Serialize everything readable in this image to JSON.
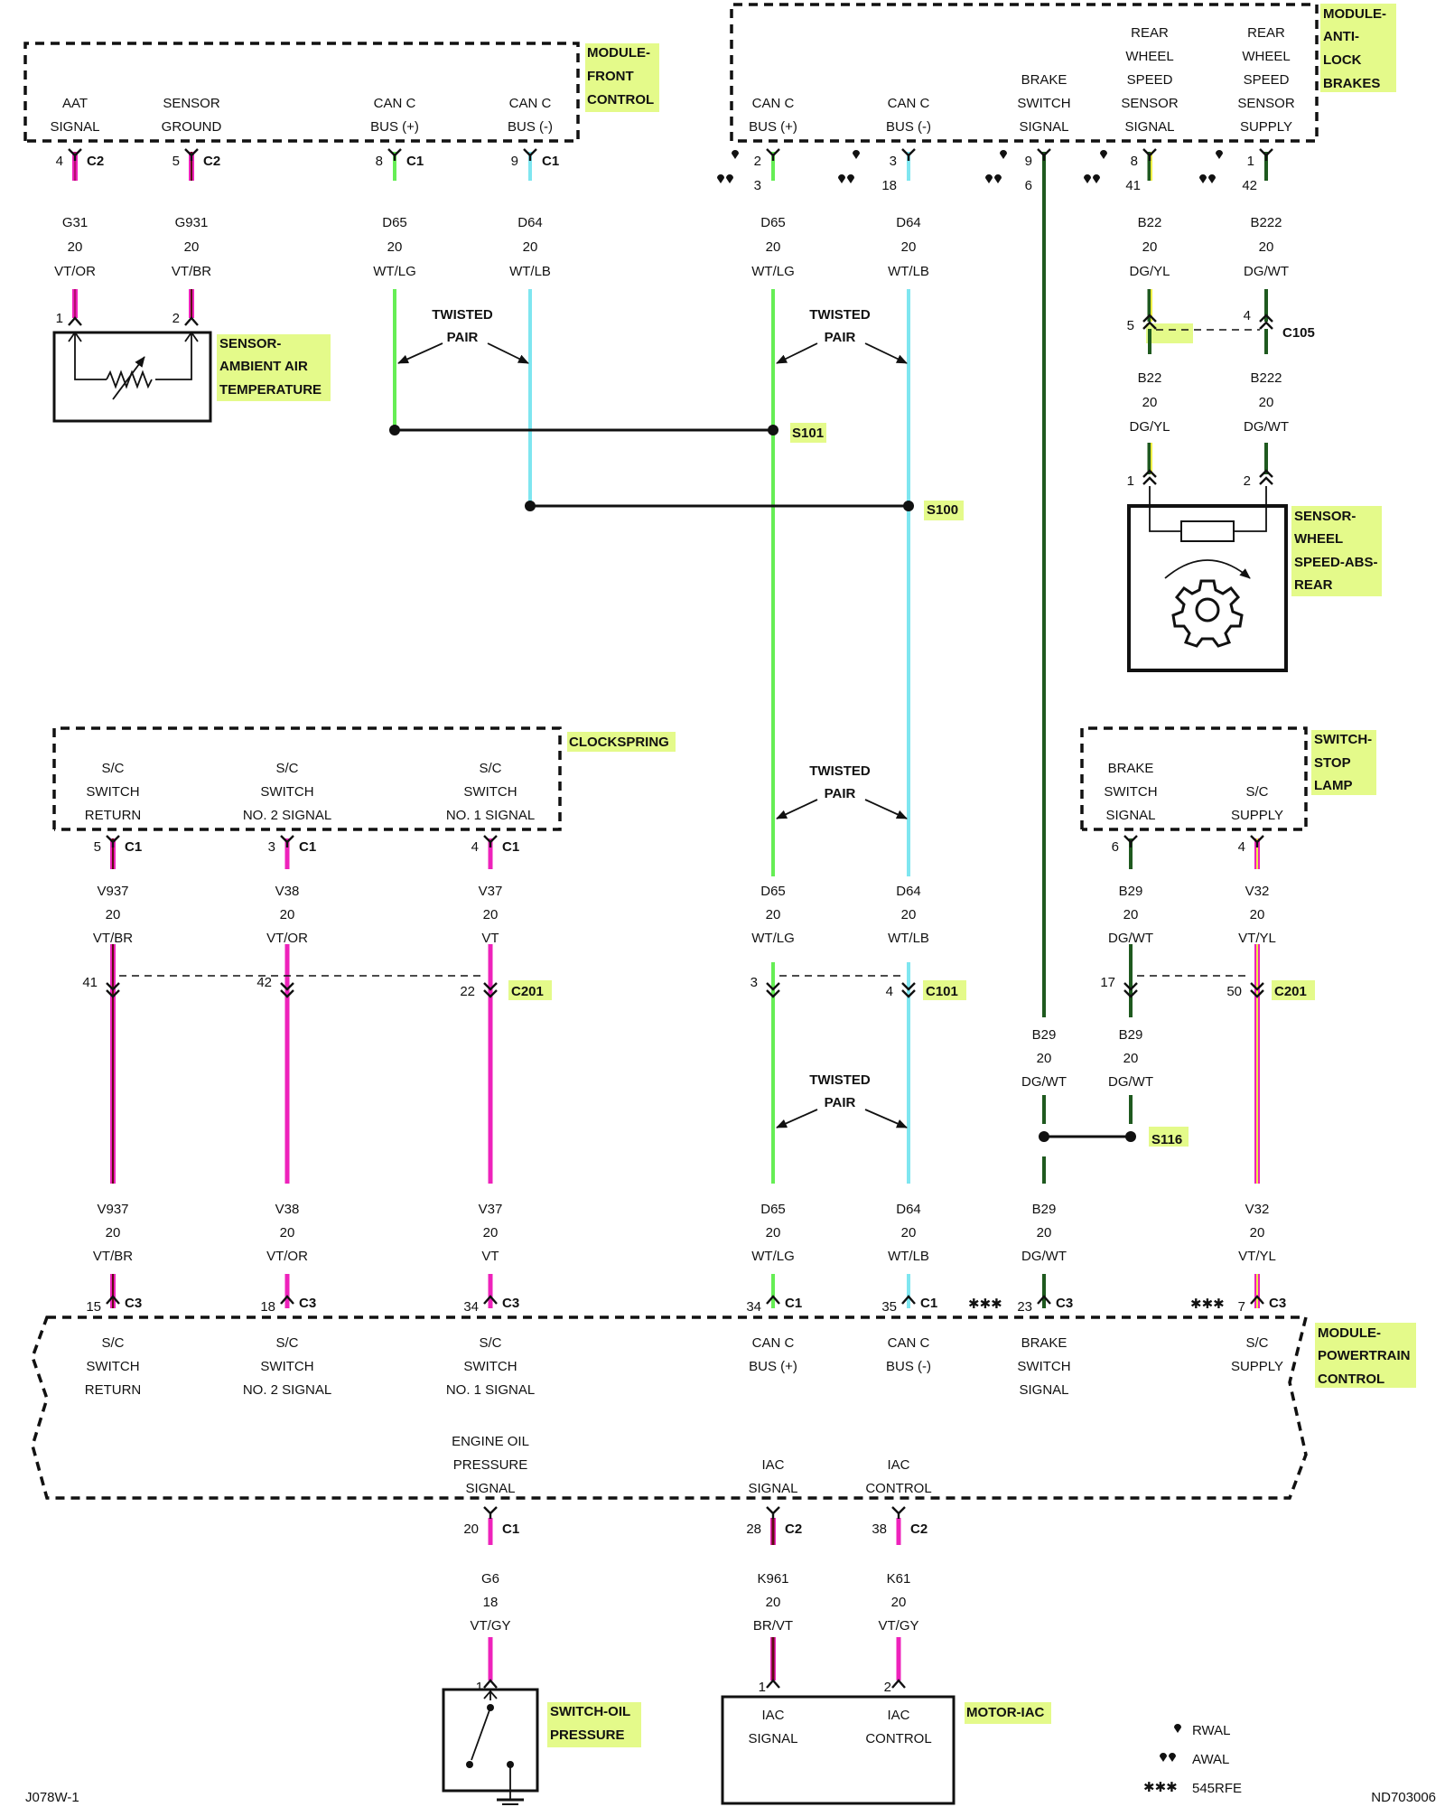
{
  "modules": {
    "front_control": {
      "name": [
        "MODULE-",
        "FRONT",
        "CONTROL"
      ],
      "pins": [
        [
          "AAT",
          "SIGNAL"
        ],
        [
          "SENSOR",
          "GROUND"
        ],
        [
          "CAN C",
          "BUS (+)"
        ],
        [
          "CAN C",
          "BUS (-)"
        ]
      ]
    },
    "abs": {
      "name": [
        "MODULE-",
        "ANTI-",
        "LOCK",
        "BRAKES"
      ],
      "pins": [
        [
          "CAN C",
          "BUS (+)"
        ],
        [
          "CAN C",
          "BUS (-)"
        ],
        [
          "BRAKE",
          "SWITCH",
          "SIGNAL"
        ],
        [
          "REAR",
          "WHEEL",
          "SPEED",
          "SENSOR",
          "SIGNAL"
        ],
        [
          "REAR",
          "WHEEL",
          "SPEED",
          "SENSOR",
          "SUPPLY"
        ]
      ]
    },
    "clockspring": {
      "name": [
        "CLOCKSPRING"
      ],
      "pins": [
        [
          "S/C",
          "SWITCH",
          "RETURN"
        ],
        [
          "S/C",
          "SWITCH",
          "NO. 2 SIGNAL"
        ],
        [
          "S/C",
          "SWITCH",
          "NO. 1 SIGNAL"
        ]
      ]
    },
    "stop_lamp": {
      "name": [
        "SWITCH-",
        "STOP",
        "LAMP"
      ],
      "pins": [
        [
          "BRAKE",
          "SWITCH",
          "SIGNAL"
        ],
        [
          "S/C",
          "SUPPLY"
        ]
      ]
    },
    "pcm": {
      "name": [
        "MODULE-",
        "POWERTRAIN",
        "CONTROL"
      ],
      "pins": [
        [
          "S/C",
          "SWITCH",
          "RETURN"
        ],
        [
          "S/C",
          "SWITCH",
          "NO. 2 SIGNAL"
        ],
        [
          "S/C",
          "SWITCH",
          "NO. 1 SIGNAL"
        ],
        [
          "CAN C",
          "BUS (+)"
        ],
        [
          "CAN C",
          "BUS (-)"
        ],
        [
          "BRAKE",
          "SWITCH",
          "SIGNAL"
        ],
        [
          "S/C",
          "SUPPLY"
        ],
        [
          "ENGINE OIL",
          "PRESSURE",
          "SIGNAL"
        ],
        [
          "IAC",
          "SIGNAL"
        ],
        [
          "IAC",
          "CONTROL"
        ]
      ]
    },
    "aat_sensor": {
      "name": [
        "SENSOR-",
        "AMBIENT AIR",
        "TEMPERATURE"
      ]
    },
    "wheel_speed_sensor": {
      "name": [
        "SENSOR-",
        "WHEEL",
        "SPEED-ABS-",
        "REAR"
      ]
    },
    "oil_switch": {
      "name": [
        "SWITCH-OIL",
        "PRESSURE"
      ]
    },
    "iac_motor": {
      "name": [
        "MOTOR-IAC"
      ],
      "pins": [
        [
          "IAC",
          "SIGNAL"
        ],
        [
          "IAC",
          "CONTROL"
        ]
      ]
    }
  },
  "wires": [
    {
      "id": "G31",
      "gauge": "20",
      "color": "VT/OR"
    },
    {
      "id": "G931",
      "gauge": "20",
      "color": "VT/BR"
    },
    {
      "id": "D65",
      "gauge": "20",
      "color": "WT/LG"
    },
    {
      "id": "D64",
      "gauge": "20",
      "color": "WT/LB"
    },
    {
      "id": "B22",
      "gauge": "20",
      "color": "DG/YL"
    },
    {
      "id": "B222",
      "gauge": "20",
      "color": "DG/WT"
    },
    {
      "id": "V937",
      "gauge": "20",
      "color": "VT/BR"
    },
    {
      "id": "V38",
      "gauge": "20",
      "color": "VT/OR"
    },
    {
      "id": "V37",
      "gauge": "20",
      "color": "VT"
    },
    {
      "id": "B29",
      "gauge": "20",
      "color": "DG/WT"
    },
    {
      "id": "V32",
      "gauge": "20",
      "color": "VT/YL"
    },
    {
      "id": "G6",
      "gauge": "18",
      "color": "VT/GY"
    },
    {
      "id": "K961",
      "gauge": "20",
      "color": "BR/VT"
    },
    {
      "id": "K61",
      "gauge": "20",
      "color": "VT/GY"
    }
  ],
  "pins": {
    "fcm": [
      "4",
      "5",
      "8",
      "9"
    ],
    "fcm_conn": [
      "C2",
      "C2",
      "C1",
      "C1"
    ],
    "abs_rwal": [
      "2",
      "3",
      "9",
      "8",
      "1"
    ],
    "abs_awal": [
      "3",
      "18",
      "6",
      "41",
      "42"
    ],
    "aat": [
      "1",
      "2"
    ],
    "c105": [
      "5",
      "4"
    ],
    "wss": [
      "1",
      "2"
    ],
    "clockspring": [
      "5",
      "3",
      "4"
    ],
    "cs_conn": "C1",
    "stop_lamp": [
      "6",
      "4"
    ],
    "c201": [
      "41",
      "42",
      "22",
      "17",
      "50"
    ],
    "c101": [
      "3",
      "4"
    ],
    "pcm_top": [
      "15",
      "18",
      "34",
      "34",
      "35",
      "23",
      "7"
    ],
    "pcm_top_conn": [
      "C3",
      "C3",
      "C3",
      "C1",
      "C1",
      "C3",
      "C3"
    ],
    "pcm_bottom": [
      "20",
      "28",
      "38"
    ],
    "pcm_bottom_conn": [
      "C1",
      "C2",
      "C2"
    ],
    "oil_switch": "1",
    "iac": [
      "1",
      "2"
    ]
  },
  "connectors": {
    "c105": "C105",
    "c201": "C201",
    "c101": "C101"
  },
  "splices": {
    "s101": "S101",
    "s100": "S100",
    "s116": "S116"
  },
  "twisted_pair": [
    "TWISTED",
    "PAIR"
  ],
  "legend": {
    "rwal": "RWAL",
    "awal": "AWAL",
    "rfe": "545RFE",
    "stars": "✱✱✱"
  },
  "footer": {
    "left": "J078W-1",
    "right": "ND703006"
  },
  "colors": {
    "violet": "#ee22bb",
    "violet_dark": "#b0106e",
    "green": "#66ee55",
    "cyan": "#7fe6f0",
    "dark_green": "#1f5a1f",
    "yellow": "#eeee44",
    "highlight": "#e4fa8a",
    "brown": "#5a1010"
  }
}
